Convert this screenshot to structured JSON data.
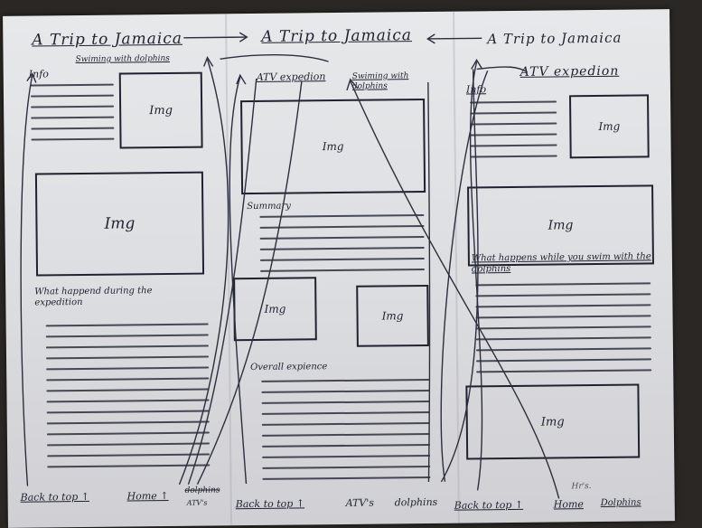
{
  "columns": [
    {
      "title": "A Trip to Jamaica",
      "subtitle": "Swiming with dolphins",
      "info_label": "Info",
      "img_label": "Img",
      "section_label": "What happend during the expedition",
      "nav": {
        "back": "Back to top ↑",
        "home": "Home ↑"
      }
    },
    {
      "title": "A Trip to Jamaica",
      "links": [
        "ATV expedion",
        "Swiming with dolphins"
      ],
      "img_label": "Img",
      "summary_label": "Summary",
      "overall_label": "Overall expience",
      "nav": {
        "back": "Back to top ↑",
        "atvs": "ATV's",
        "dolphins": "dolphins"
      }
    },
    {
      "title": "A Trip to Jamaica",
      "subtitle": "ATV expedion",
      "info_label": "Info",
      "img_label": "Img",
      "section_label": "What happens while you swim with the dolphins",
      "nav": {
        "back": "Back to top ↑",
        "home": "Home",
        "dolphins": "Dolphins"
      }
    }
  ],
  "crossed_out": "dolphins",
  "crossed_out_replacement": "ATV's",
  "margin_note": "Hr's."
}
